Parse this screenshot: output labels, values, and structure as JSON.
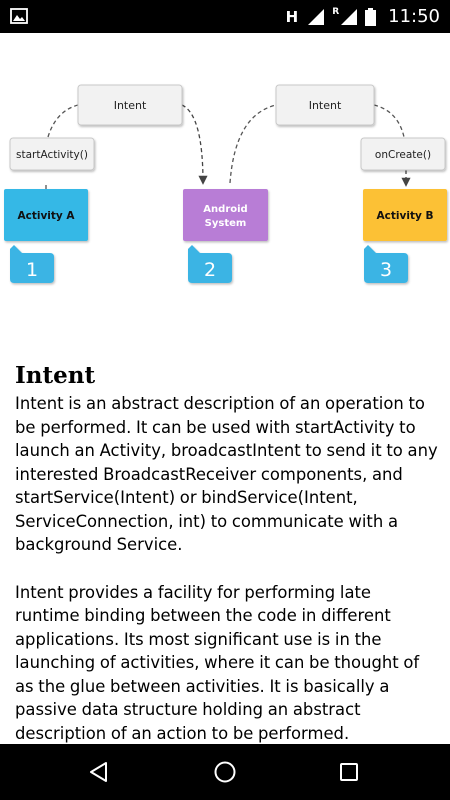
{
  "status_bar": {
    "time": "11:50",
    "network_type": "H",
    "roaming": "R",
    "icons": [
      "image-notification-icon",
      "signal-icon",
      "signal-roaming-icon",
      "battery-icon"
    ]
  },
  "diagram": {
    "intent_left_label": "Intent",
    "intent_right_label": "Intent",
    "start_activity_label": "startActivity()",
    "on_create_label": "onCreate()",
    "activity_a_label": "Activity A",
    "android_system_line1": "Android",
    "android_system_line2": "System",
    "activity_b_label": "Activity B",
    "step_1": "1",
    "step_2": "2",
    "step_3": "3",
    "colors": {
      "activity_a": "#34b8e6",
      "android_system": "#b87dd6",
      "activity_b": "#fcc134",
      "badge": "#3ab4e4",
      "intent_box": "#f2f2f2"
    }
  },
  "article": {
    "title": "Intent",
    "paragraphs": [
      "Intent is an abstract description of an operation to be performed. It can be used with startActivity to launch an Activity, broadcastIntent to send it to any interested BroadcastReceiver components, and startService(Intent) or bindService(Intent, ServiceConnection, int) to communicate with a background Service.",
      "Intent provides a facility for performing late runtime binding between the code in different applications. Its most significant use is in the launching of activities, where it can be thought of as the glue between activities. It is basically a passive data structure holding an abstract description of an action to be performed."
    ]
  },
  "nav_bar": {
    "icons": [
      "back-icon",
      "home-icon",
      "recents-icon"
    ]
  }
}
